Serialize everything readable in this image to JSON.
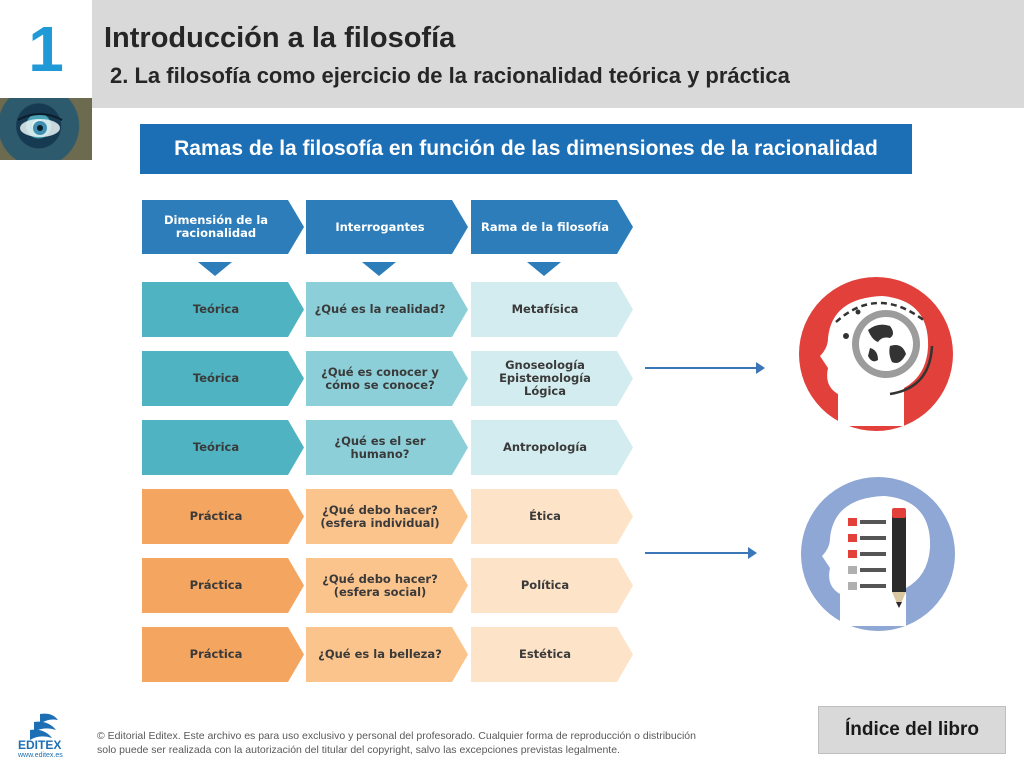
{
  "header": {
    "unit_number": "1",
    "title": "Introducción a la filosofía",
    "subtitle": "2. La filosofía como ejercicio de la racionalidad teórica y práctica"
  },
  "banner": "Ramas de la filosofía en función de las dimensiones de la racionalidad",
  "table": {
    "headers": [
      "Dimensión de la racionalidad",
      "Interrogantes",
      "Rama de la filosofía"
    ],
    "rows": [
      {
        "dimension": "Teórica",
        "question": "¿Qué es la realidad?",
        "branch": "Metafísica",
        "type": "teorica"
      },
      {
        "dimension": "Teórica",
        "question": "¿Qué es conocer y cómo se conoce?",
        "branch": "Gnoseología Epistemología Lógica",
        "type": "teorica"
      },
      {
        "dimension": "Teórica",
        "question": "¿Qué es el ser humano?",
        "branch": "Antropología",
        "type": "teorica"
      },
      {
        "dimension": "Práctica",
        "question": "¿Qué debo hacer? (esfera individual)",
        "branch": "Ética",
        "type": "practica"
      },
      {
        "dimension": "Práctica",
        "question": "¿Qué debo hacer? (esfera social)",
        "branch": "Política",
        "type": "practica"
      },
      {
        "dimension": "Práctica",
        "question": "¿Qué es la belleza?",
        "branch": "Estética",
        "type": "practica"
      }
    ]
  },
  "icons": {
    "theoretical": "head-globe-icon",
    "practical": "head-checklist-icon"
  },
  "colors": {
    "blue": "#2d7dba",
    "teal_dark": "#4fb3c2",
    "teal_mid": "#8dcfd8",
    "teal_light": "#d3ecef",
    "orange_dark": "#f4a55f",
    "orange_mid": "#fcc48d",
    "orange_light": "#fde3c8"
  },
  "footer": {
    "logo_text": "EDITEX",
    "logo_url": "www.editex.es",
    "copyright_line1": "© Editorial Editex. Este archivo es para uso exclusivo y personal del profesorado. Cualquier forma de reproducción o distribución",
    "copyright_line2": "solo puede ser realizada con la autorización del titular del copyright, salvo las excepciones previstas legalmente.",
    "index_button": "Índice del libro"
  }
}
